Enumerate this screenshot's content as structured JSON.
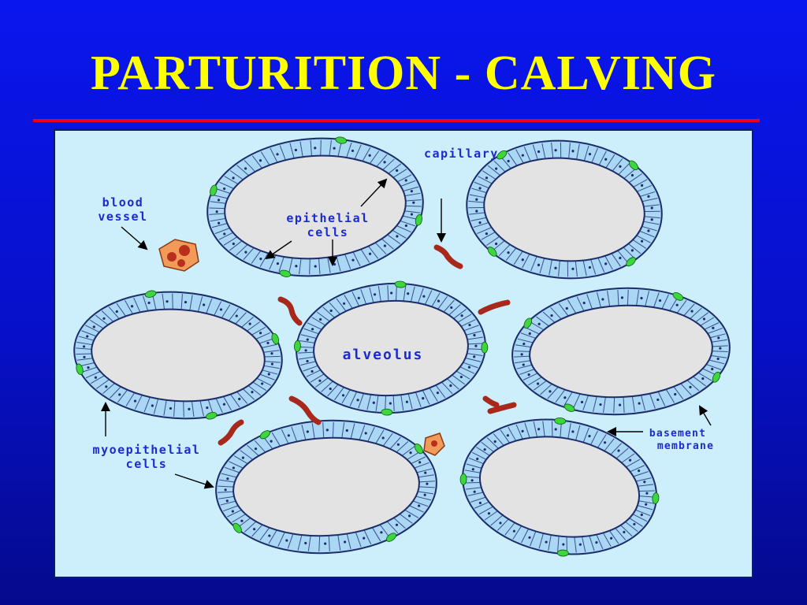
{
  "slide": {
    "title": "PARTURITION - CALVING",
    "title_color": "#ffff00",
    "rule_color": "#e8001e",
    "background_color": "#0a16ee"
  },
  "diagram": {
    "panel_color": "#cdeefb",
    "alveolus_ring_color": "#a9d7f4",
    "lumen_color": "#e3e3e3",
    "myoepithelial_color": "#3ed63e",
    "capillary_color": "#a8291c",
    "blood_vessel_color": "#f29a5a",
    "labels": {
      "capillary": "capillary",
      "blood_vessel_line1": "blood",
      "blood_vessel_line2": "vessel",
      "epithelial_line1": "epithelial",
      "epithelial_line2": "cells",
      "alveolus": "alveolus",
      "myoepithelial_line1": "myoepithelial",
      "myoepithelial_line2": "cells",
      "basement_line1": "basement",
      "basement_line2": "membrane"
    }
  }
}
